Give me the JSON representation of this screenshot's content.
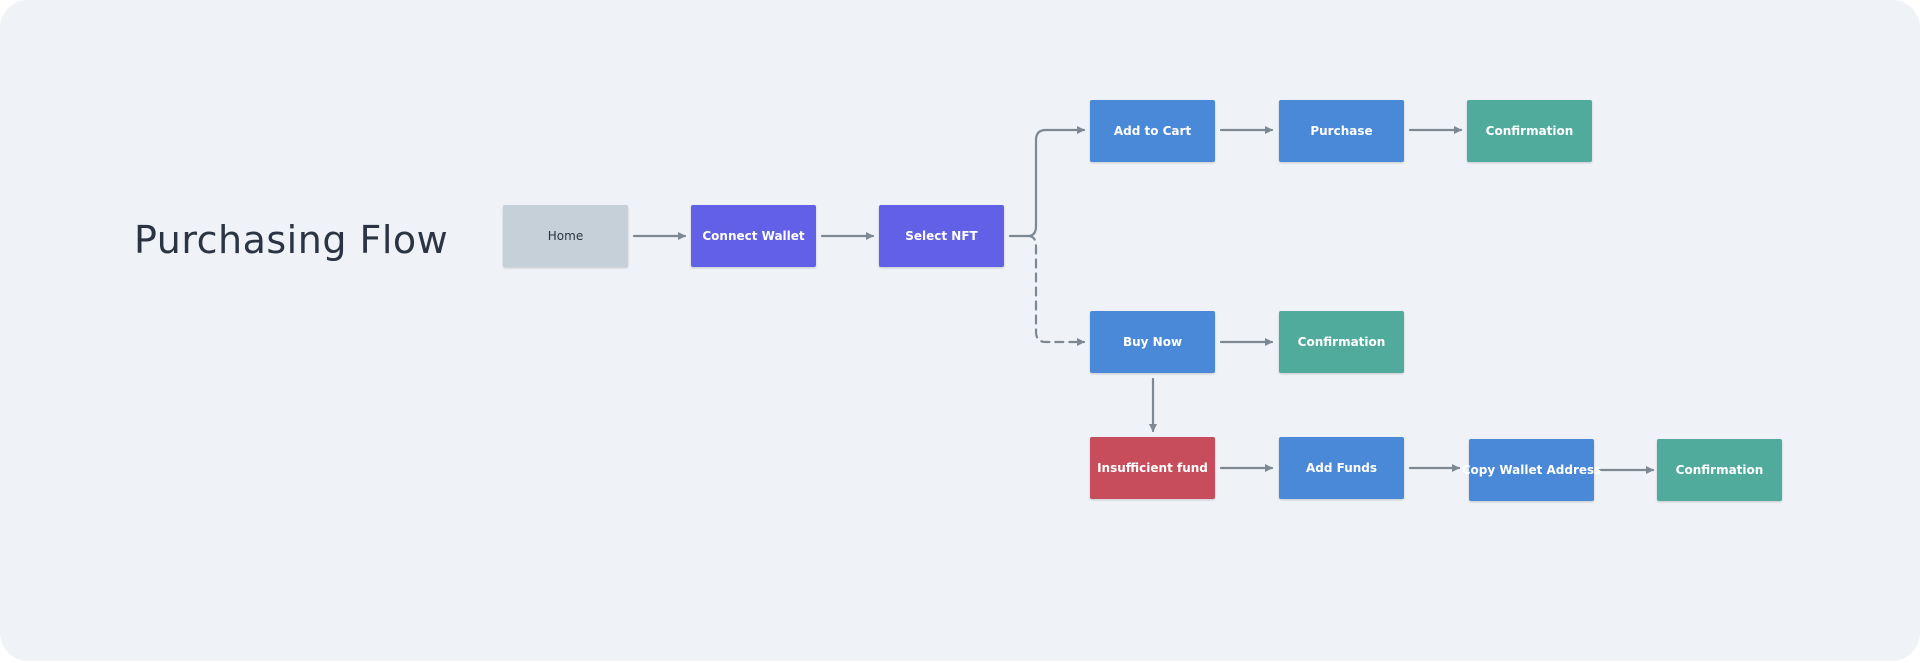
{
  "title": "Purchasing Flow",
  "colors": {
    "background": "#eff3f7",
    "start": "#c5d0d9",
    "primary": "#6360e8",
    "action": "#4a88d8",
    "success": "#51ab9c",
    "error": "#c74d5c",
    "connector": "#7d8893"
  },
  "nodes": {
    "home": {
      "label": "Home",
      "kind": "start"
    },
    "connect_wallet": {
      "label": "Connect Wallet",
      "kind": "primary"
    },
    "select_nft": {
      "label": "Select NFT",
      "kind": "primary"
    },
    "add_to_cart": {
      "label": "Add to Cart",
      "kind": "action"
    },
    "purchase": {
      "label": "Purchase",
      "kind": "action"
    },
    "confirmation_1": {
      "label": "Confirmation",
      "kind": "success"
    },
    "buy_now": {
      "label": "Buy Now",
      "kind": "action"
    },
    "confirmation_2": {
      "label": "Confirmation",
      "kind": "success"
    },
    "insufficient_fund": {
      "label": "Insufficient fund",
      "kind": "error"
    },
    "add_funds": {
      "label": "Add Funds",
      "kind": "action"
    },
    "copy_wallet_address": {
      "label": "Copy Wallet Address",
      "kind": "action"
    },
    "confirmation_3": {
      "label": "Confirmation",
      "kind": "success"
    }
  },
  "edges": [
    {
      "from": "home",
      "to": "connect_wallet",
      "style": "solid"
    },
    {
      "from": "connect_wallet",
      "to": "select_nft",
      "style": "solid"
    },
    {
      "from": "select_nft",
      "to": "add_to_cart",
      "style": "solid"
    },
    {
      "from": "select_nft",
      "to": "buy_now",
      "style": "dashed"
    },
    {
      "from": "add_to_cart",
      "to": "purchase",
      "style": "solid"
    },
    {
      "from": "purchase",
      "to": "confirmation_1",
      "style": "solid"
    },
    {
      "from": "buy_now",
      "to": "confirmation_2",
      "style": "solid"
    },
    {
      "from": "buy_now",
      "to": "insufficient_fund",
      "style": "solid"
    },
    {
      "from": "insufficient_fund",
      "to": "add_funds",
      "style": "solid"
    },
    {
      "from": "add_funds",
      "to": "copy_wallet_address",
      "style": "solid"
    },
    {
      "from": "copy_wallet_address",
      "to": "confirmation_3",
      "style": "solid"
    }
  ]
}
